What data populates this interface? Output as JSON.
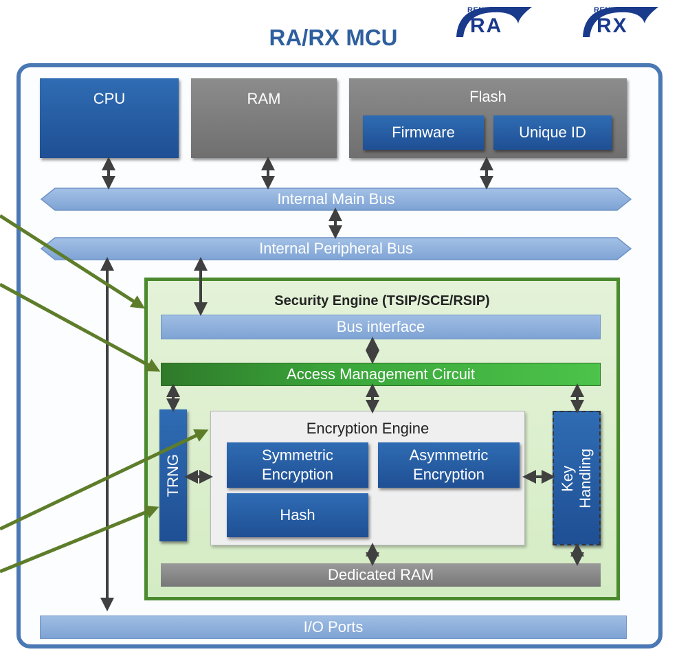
{
  "title": "RA/RX MCU",
  "logos": [
    {
      "brand": "RENESAS",
      "product": "RA"
    },
    {
      "brand": "RENESAS",
      "product": "RX"
    }
  ],
  "blocks": {
    "cpu": "CPU",
    "ram": "RAM",
    "flash": "Flash",
    "firmware": "Firmware",
    "unique_id": "Unique ID"
  },
  "buses": {
    "main": "Internal Main Bus",
    "peripheral": "Internal Peripheral Bus",
    "io": "I/O Ports"
  },
  "security_engine": {
    "title": "Security Engine (TSIP/SCE/RSIP)",
    "bus_interface": "Bus interface",
    "access_management": "Access Management Circuit",
    "trng": "TRNG",
    "key_handling_line1": "Key",
    "key_handling_line2": "Handling",
    "dedicated_ram": "Dedicated RAM",
    "encryption_engine": {
      "label": "Encryption Engine",
      "symmetric_line1": "Symmetric",
      "symmetric_line2": "Encryption",
      "asymmetric_line1": "Asymmetric",
      "asymmetric_line2": "Encryption",
      "hash": "Hash"
    }
  },
  "colors": {
    "mcu_border": "#4a78b4",
    "title": "#2e5f9e",
    "security_engine_border": "#4b8a2e",
    "access_management": "#3aa63a",
    "annotation_arrow": "#5e7d2a"
  }
}
